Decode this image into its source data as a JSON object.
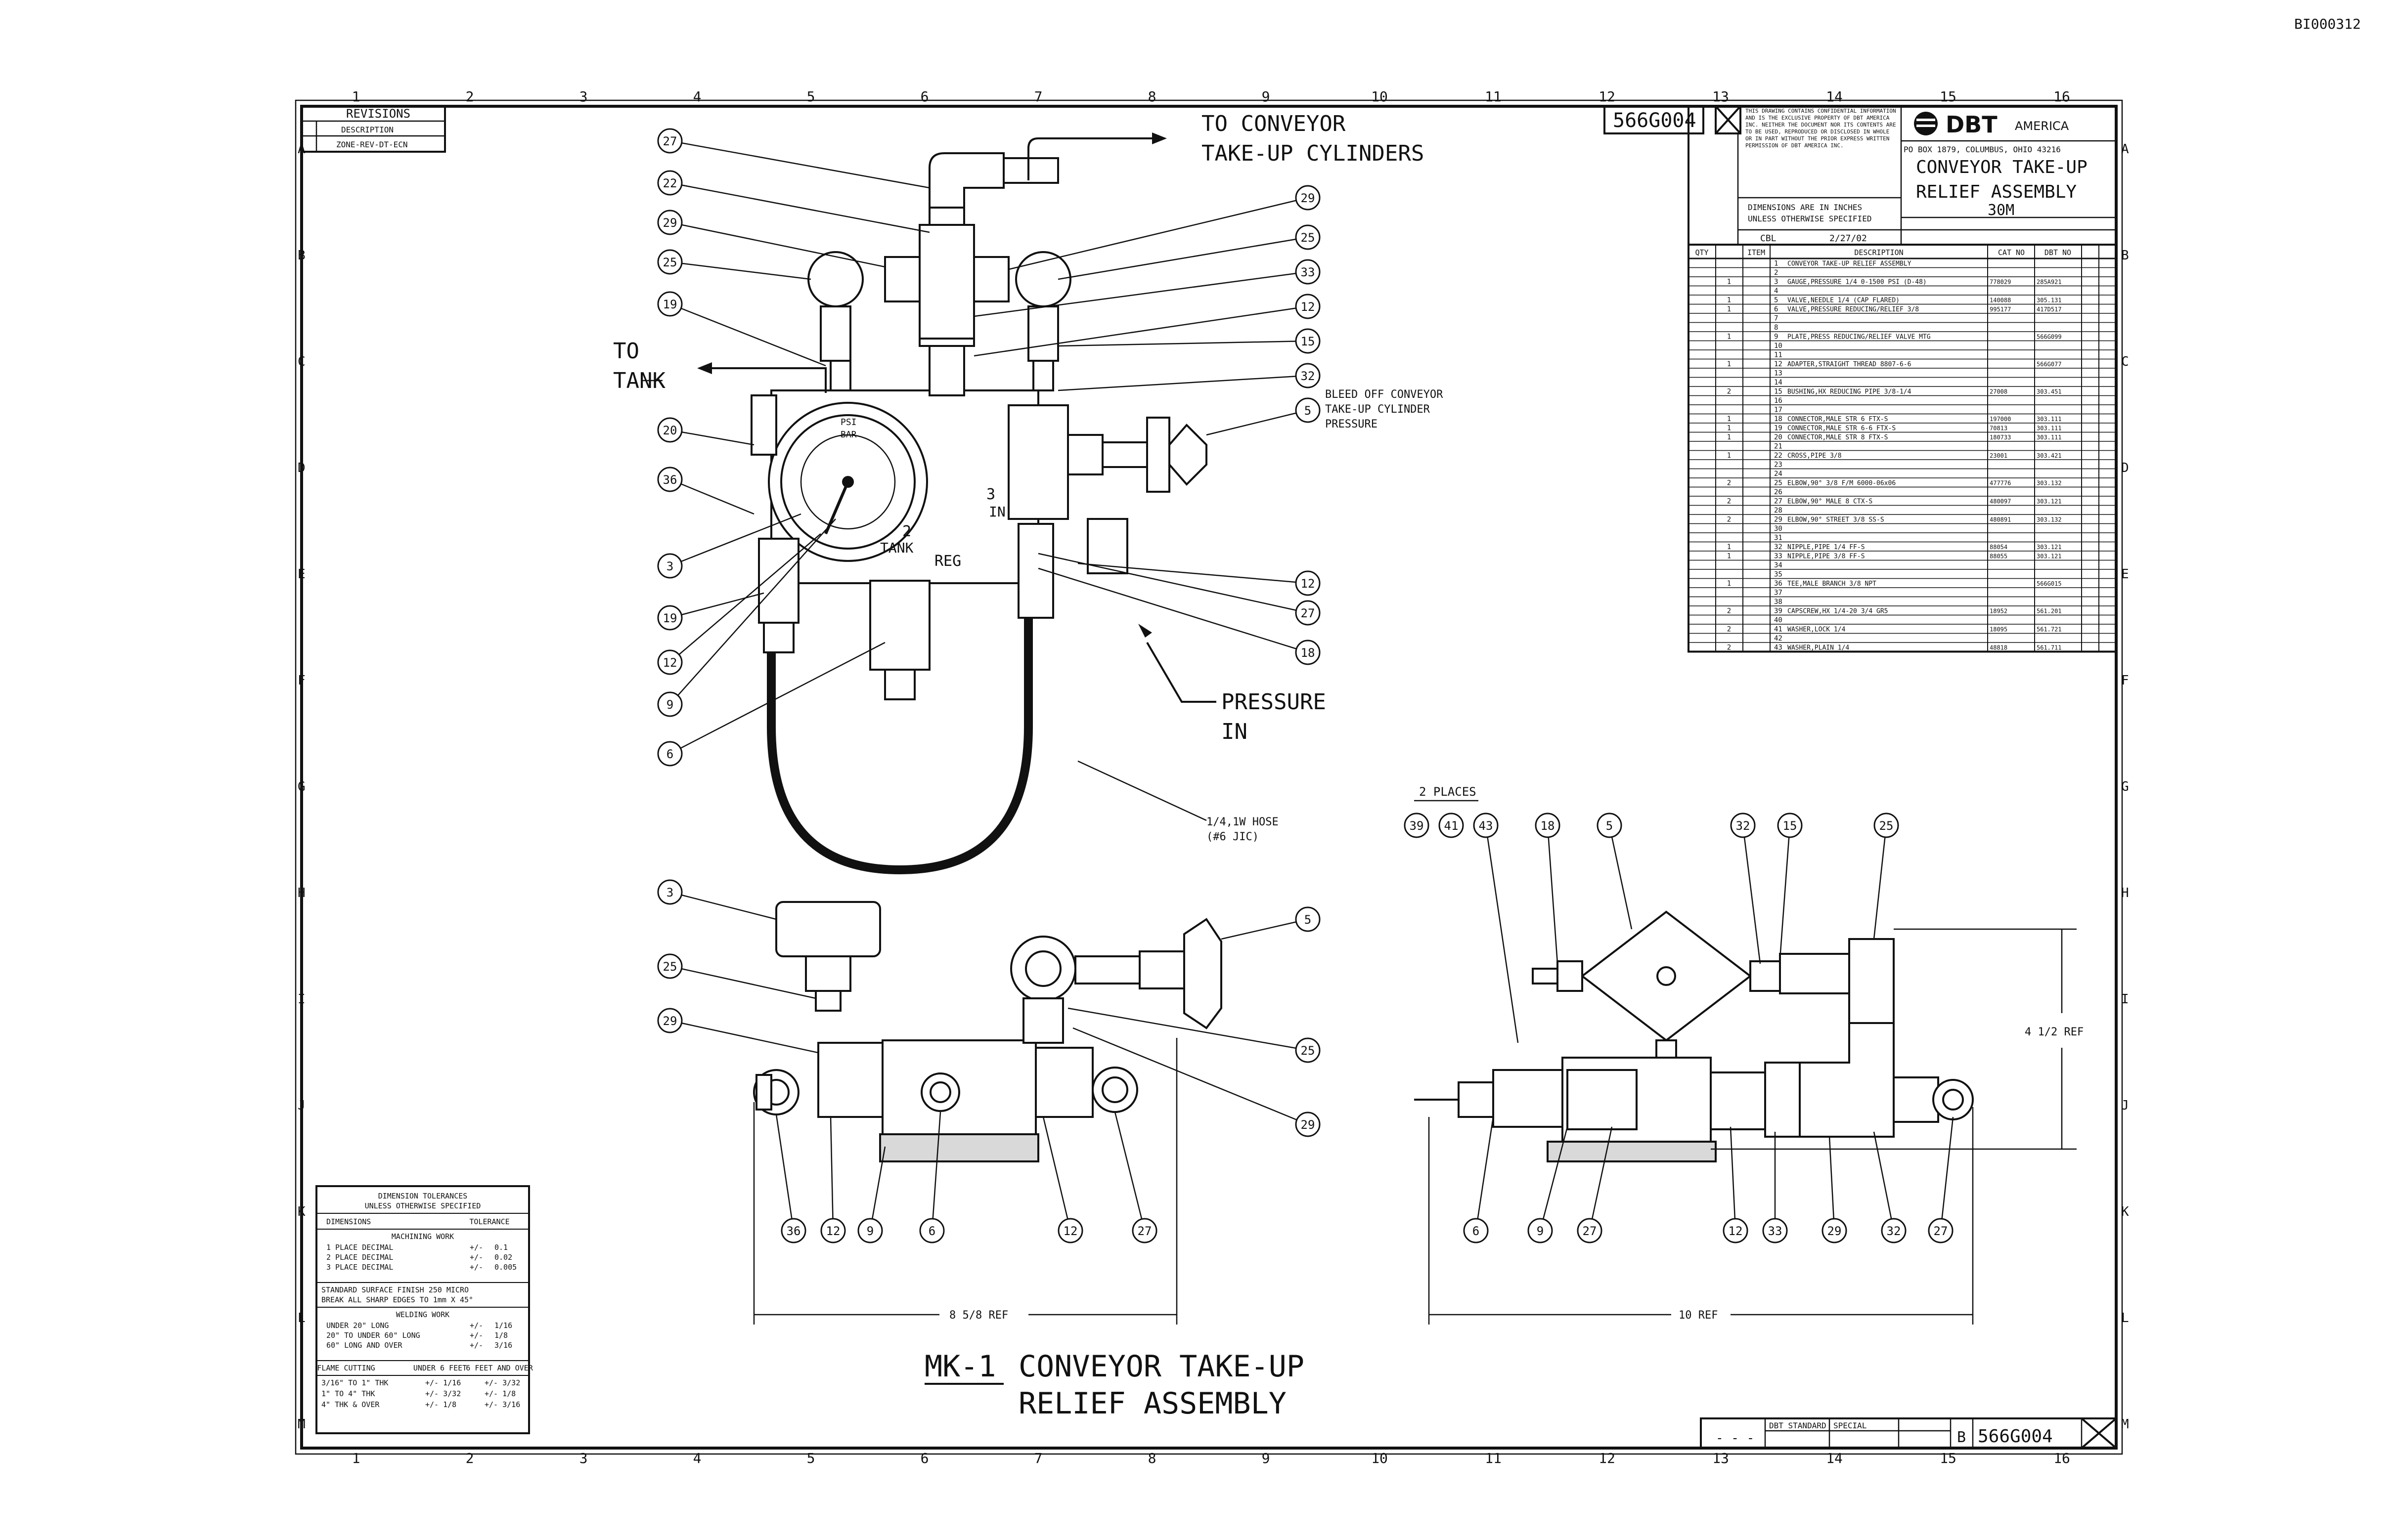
{
  "sheet": {
    "doc_id": "BI000312",
    "drawing_number": "566G004",
    "company": "DBT",
    "company_suffix": "AMERICA",
    "address": "PO BOX 1879, COLUMBUS, OHIO 43216",
    "title_lines": [
      "CONVEYOR TAKE-UP",
      "RELIEF ASSEMBLY"
    ],
    "model": "30M",
    "rev_letter": "B",
    "confidential_note": "THIS DRAWING CONTAINS CONFIDENTIAL INFORMATION AND IS THE EXCLUSIVE PROPERTY OF DBT AMERICA INC. NEITHER THE DOCUMENT NOR ITS CONTENTS ARE TO BE USED, REPRODUCED OR DISCLOSED IN WHOLE OR IN PART WITHOUT THE PRIOR EXPRESS WRITTEN PERMISSION OF DBT AMERICA INC.",
    "dims_note": [
      "DIMENSIONS ARE IN INCHES",
      "UNLESS OTHERWISE SPECIFIED"
    ],
    "date_drawn": "2/27/02",
    "drawn_by": "CBL"
  },
  "revisions": {
    "title": "REVISIONS",
    "row1": "DESCRIPTION",
    "row2": "ZONE-REV-DT-ECN"
  },
  "grid": {
    "columns": [
      "1",
      "2",
      "3",
      "4",
      "5",
      "6",
      "7",
      "8",
      "9",
      "10",
      "11",
      "12",
      "13",
      "14",
      "15",
      "16"
    ],
    "rows": [
      "A",
      "B",
      "C",
      "D",
      "E",
      "F",
      "G",
      "H",
      "I",
      "J",
      "K",
      "L",
      "M"
    ]
  },
  "annotations": {
    "to_conveyor": [
      "TO CONVEYOR",
      "TAKE-UP CYLINDERS"
    ],
    "to_tank": [
      "TO",
      "TANK"
    ],
    "bleed_note": [
      "BLEED OFF CONVEYOR",
      "TAKE-UP CYLINDER",
      "PRESSURE"
    ],
    "pressure_in": [
      "PRESSURE",
      "IN"
    ],
    "hose_note": [
      "1/4,1W HOSE",
      "(#6 JIC)"
    ],
    "two_places": "2 PLACES",
    "reg": "REG",
    "tank_port": "2",
    "tank_port_label": "TANK",
    "in_port": "3",
    "in_port_label": "IN",
    "gauge_psi": "PSI",
    "gauge_bar": "BAR",
    "dim_8_5_8": "8 5/8 REF",
    "dim_10": "10 REF",
    "dim_4_1_2": "4 1/2 REF",
    "main_title": "MK-1 CONVEYOR TAKE-UP",
    "main_title_mk": "MK-1",
    "main_title_rest": "CONVEYOR TAKE-UP",
    "main_title_2": "RELIEF ASSEMBLY"
  },
  "balloons_top": [
    "27",
    "22",
    "29",
    "25",
    "19",
    "20",
    "36",
    "3",
    "19",
    "12",
    "9",
    "6",
    "29",
    "25",
    "33",
    "12",
    "15",
    "32",
    "5",
    "12",
    "27",
    "18"
  ],
  "balloons_front": [
    "3",
    "25",
    "29",
    "5",
    "25",
    "29",
    "36",
    "12",
    "9",
    "6",
    "12",
    "27"
  ],
  "balloons_side": [
    "39",
    "41",
    "43",
    "18",
    "5",
    "32",
    "15",
    "25",
    "6",
    "9",
    "27",
    "12",
    "33",
    "29",
    "32",
    "27"
  ],
  "tolerances": {
    "title": [
      "DIMENSION TOLERANCES",
      "UNLESS OTHERWISE SPECIFIED"
    ],
    "header": [
      "DIMENSIONS",
      "TOLERANCE"
    ],
    "machining": "MACHINING WORK",
    "rows": [
      [
        "1 PLACE DECIMAL",
        "+/-",
        "0.1"
      ],
      [
        "2 PLACE DECIMAL",
        "+/-",
        "0.02"
      ],
      [
        "3 PLACE DECIMAL",
        "+/-",
        "0.005"
      ]
    ],
    "surface": [
      "STANDARD SURFACE FINISH 250 MICRO",
      "BREAK ALL SHARP EDGES TO 1mm X 45°"
    ],
    "welding": "WELDING WORK",
    "weld_rows": [
      [
        "UNDER 20\" LONG",
        "+/-",
        "1/16"
      ],
      [
        "20\" TO UNDER 60\" LONG",
        "+/-",
        "1/8"
      ],
      [
        "60\" LONG AND OVER",
        "+/-",
        "3/16"
      ]
    ],
    "flame": [
      "FLAME CUTTING",
      "UNDER 6 FEET",
      "6 FEET AND OVER"
    ],
    "flame_rows": [
      [
        "3/16\" TO 1\" THK",
        "+/- 1/16",
        "+/- 3/32"
      ],
      [
        "1\" TO 4\" THK",
        "+/- 3/32",
        "+/- 1/8"
      ],
      [
        "4\" THK & OVER",
        "+/- 1/8",
        "+/- 3/16"
      ]
    ]
  },
  "bom": {
    "headers": [
      "QTY",
      "ITEM",
      "DESCRIPTION",
      "CAT NO",
      "DBT NO"
    ],
    "rows": [
      {
        "qty": "",
        "item": "1",
        "desc": "CONVEYOR TAKE-UP RELIEF ASSEMBLY",
        "cat": "",
        "num": ""
      },
      {
        "qty": "",
        "item": "2",
        "desc": "",
        "cat": "",
        "num": ""
      },
      {
        "qty": "1",
        "item": "3",
        "desc": "GAUGE,PRESSURE 1/4 0-1500 PSI (D-48)",
        "cat": "778029",
        "num": "285A921"
      },
      {
        "qty": "",
        "item": "4",
        "desc": "",
        "cat": "",
        "num": ""
      },
      {
        "qty": "1",
        "item": "5",
        "desc": "VALVE,NEEDLE 1/4 (CAP FLARED)",
        "cat": "140088",
        "num": "305.131"
      },
      {
        "qty": "1",
        "item": "6",
        "desc": "VALVE,PRESSURE REDUCING/RELIEF 3/8",
        "cat": "995177",
        "num": "417D517"
      },
      {
        "qty": "",
        "item": "7",
        "desc": "",
        "cat": "",
        "num": ""
      },
      {
        "qty": "",
        "item": "8",
        "desc": "",
        "cat": "",
        "num": ""
      },
      {
        "qty": "1",
        "item": "9",
        "desc": "PLATE,PRESS REDUCING/RELIEF VALVE MTG",
        "cat": "",
        "num": "566G099"
      },
      {
        "qty": "",
        "item": "10",
        "desc": "",
        "cat": "",
        "num": ""
      },
      {
        "qty": "",
        "item": "11",
        "desc": "",
        "cat": "",
        "num": ""
      },
      {
        "qty": "1",
        "item": "12",
        "desc": "ADAPTER,STRAIGHT THREAD 8807-6-6",
        "cat": "",
        "num": "566G077"
      },
      {
        "qty": "",
        "item": "13",
        "desc": "",
        "cat": "",
        "num": ""
      },
      {
        "qty": "",
        "item": "14",
        "desc": "",
        "cat": "",
        "num": ""
      },
      {
        "qty": "2",
        "item": "15",
        "desc": "BUSHING,HX REDUCING PIPE 3/8-1/4",
        "cat": "27008",
        "num": "303.451"
      },
      {
        "qty": "",
        "item": "16",
        "desc": "",
        "cat": "",
        "num": ""
      },
      {
        "qty": "",
        "item": "17",
        "desc": "",
        "cat": "",
        "num": ""
      },
      {
        "qty": "1",
        "item": "18",
        "desc": "CONNECTOR,MALE STR 6 FTX-S",
        "cat": "197000",
        "num": "303.111"
      },
      {
        "qty": "1",
        "item": "19",
        "desc": "CONNECTOR,MALE STR 6-6 FTX-S",
        "cat": "70813",
        "num": "303.111"
      },
      {
        "qty": "1",
        "item": "20",
        "desc": "CONNECTOR,MALE STR 8 FTX-S",
        "cat": "180733",
        "num": "303.111"
      },
      {
        "qty": "",
        "item": "21",
        "desc": "",
        "cat": "",
        "num": ""
      },
      {
        "qty": "1",
        "item": "22",
        "desc": "CROSS,PIPE 3/8",
        "cat": "23001",
        "num": "303.421"
      },
      {
        "qty": "",
        "item": "23",
        "desc": "",
        "cat": "",
        "num": ""
      },
      {
        "qty": "",
        "item": "24",
        "desc": "",
        "cat": "",
        "num": ""
      },
      {
        "qty": "2",
        "item": "25",
        "desc": "ELBOW,90° 3/8 F/M 6000-06x06",
        "cat": "477776",
        "num": "303.132"
      },
      {
        "qty": "",
        "item": "26",
        "desc": "",
        "cat": "",
        "num": ""
      },
      {
        "qty": "2",
        "item": "27",
        "desc": "ELBOW,90° MALE 8 CTX-S",
        "cat": "480097",
        "num": "303.121"
      },
      {
        "qty": "",
        "item": "28",
        "desc": "",
        "cat": "",
        "num": ""
      },
      {
        "qty": "2",
        "item": "29",
        "desc": "ELBOW,90° STREET 3/8 SS-S",
        "cat": "480891",
        "num": "303.132"
      },
      {
        "qty": "",
        "item": "30",
        "desc": "",
        "cat": "",
        "num": ""
      },
      {
        "qty": "",
        "item": "31",
        "desc": "",
        "cat": "",
        "num": ""
      },
      {
        "qty": "1",
        "item": "32",
        "desc": "NIPPLE,PIPE 1/4 FF-S",
        "cat": "88054",
        "num": "303.121"
      },
      {
        "qty": "1",
        "item": "33",
        "desc": "NIPPLE,PIPE 3/8 FF-S",
        "cat": "88055",
        "num": "303.121"
      },
      {
        "qty": "",
        "item": "34",
        "desc": "",
        "cat": "",
        "num": ""
      },
      {
        "qty": "",
        "item": "35",
        "desc": "",
        "cat": "",
        "num": ""
      },
      {
        "qty": "1",
        "item": "36",
        "desc": "TEE,MALE BRANCH 3/8 NPT",
        "cat": "",
        "num": "566G015"
      },
      {
        "qty": "",
        "item": "37",
        "desc": "",
        "cat": "",
        "num": ""
      },
      {
        "qty": "",
        "item": "38",
        "desc": "",
        "cat": "",
        "num": ""
      },
      {
        "qty": "2",
        "item": "39",
        "desc": "CAPSCREW,HX 1/4-20 3/4 GR5",
        "cat": "18952",
        "num": "561.201"
      },
      {
        "qty": "",
        "item": "40",
        "desc": "",
        "cat": "",
        "num": ""
      },
      {
        "qty": "2",
        "item": "41",
        "desc": "WASHER,LOCK 1/4",
        "cat": "18095",
        "num": "561.721"
      },
      {
        "qty": "",
        "item": "42",
        "desc": "",
        "cat": "",
        "num": ""
      },
      {
        "qty": "2",
        "item": "43",
        "desc": "WASHER,PLAIN 1/4",
        "cat": "48818",
        "num": "561.711"
      }
    ]
  },
  "bottom_title": {
    "sheet_note": "- - -",
    "std": "DBT STANDARD",
    "special": "SPECIAL",
    "rev": "B",
    "number": "566G004"
  }
}
